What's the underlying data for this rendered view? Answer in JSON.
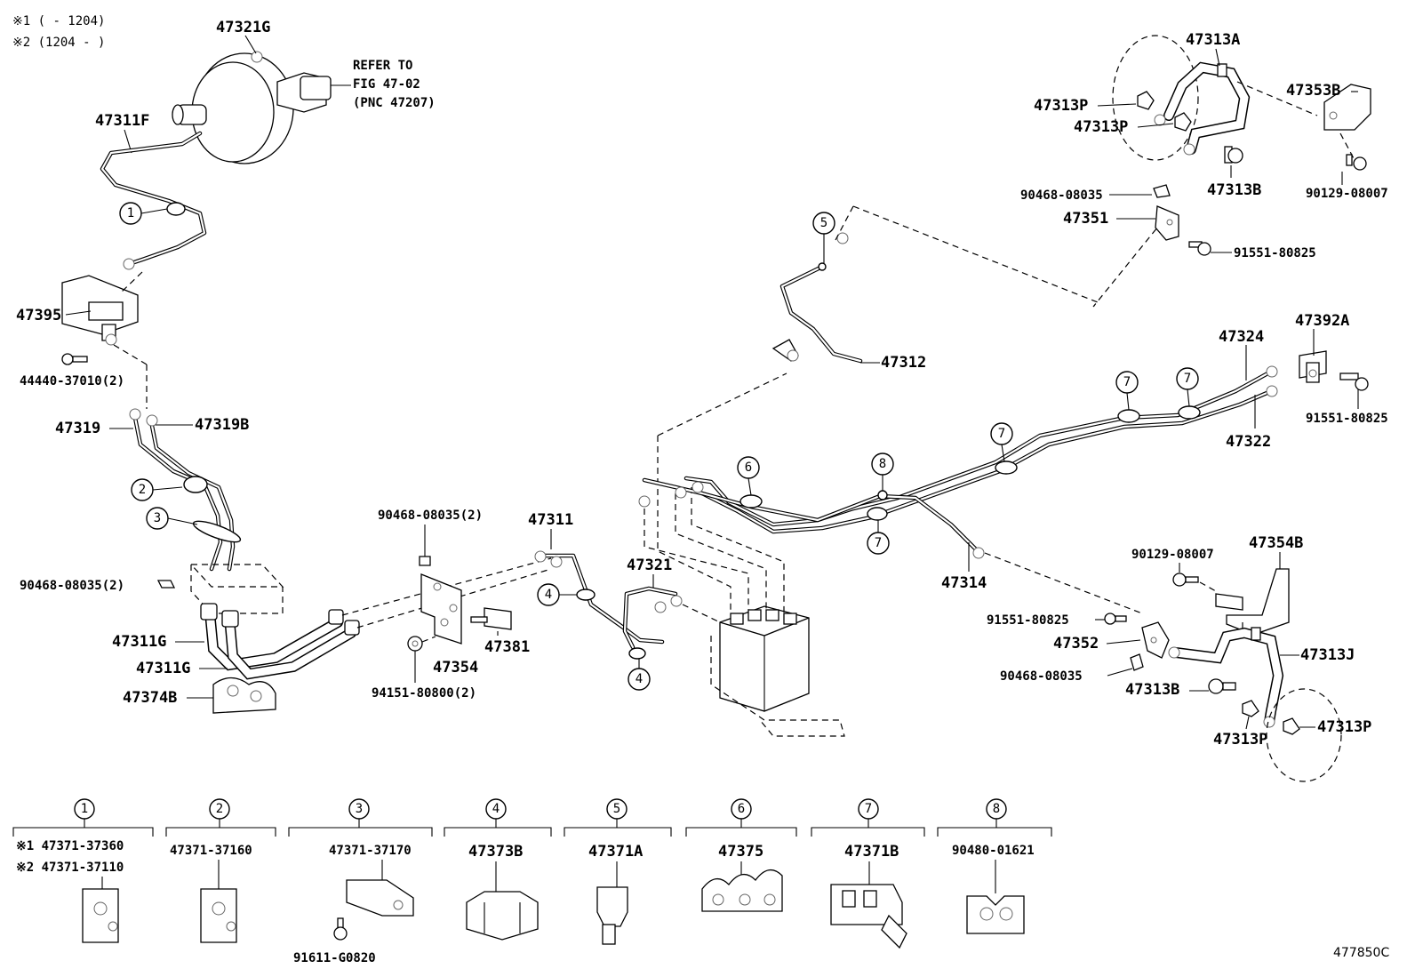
{
  "notes": {
    "note1": "※1 (      - 1204)",
    "note2": "※2 (1204 -      )"
  },
  "refer": {
    "line1": "REFER TO",
    "line2": "FIG 47-02",
    "line3": "(PNC 47207)"
  },
  "labels": {
    "p47321G": "47321G",
    "p47311F": "47311F",
    "p47395": "47395",
    "p44440": "44440-37010(2)",
    "p47319": "47319",
    "p47319B": "47319B",
    "p90468a": "90468-08035(2)",
    "p47311G1": "47311G",
    "p47311G2": "47311G",
    "p47374B": "47374B",
    "p90468b": "90468-08035(2)",
    "p47311": "47311",
    "p47354": "47354",
    "p47381": "47381",
    "p94151": "94151-80800(2)",
    "p47321": "47321",
    "p47312": "47312",
    "p47314": "47314",
    "p47313A": "47313A",
    "p47353B": "47353B",
    "p47313P_1": "47313P",
    "p47313P_2": "47313P",
    "p47313B_1": "47313B",
    "p90129_1": "90129-08007",
    "p90468c": "90468-08035",
    "p47351": "47351",
    "p91551_1": "91551-80825",
    "p47324": "47324",
    "p47392A": "47392A",
    "p91551_2": "91551-80825",
    "p47322": "47322",
    "p90129_2": "90129-08007",
    "p47354B": "47354B",
    "p91551_3": "91551-80825",
    "p47352": "47352",
    "p47313J": "47313J",
    "p90468d": "90468-08035",
    "p47313B_2": "47313B",
    "p47313P_3": "47313P",
    "p47313P_4": "47313P"
  },
  "callouts": {
    "c1": "1",
    "c2": "2",
    "c3": "3",
    "c4a": "4",
    "c4b": "4",
    "c5": "5",
    "c6": "6",
    "c7a": "7",
    "c7b": "7",
    "c7c": "7",
    "c7d": "7",
    "c8": "8"
  },
  "legend": [
    {
      "num": "1",
      "line1": "※1 47371-37360",
      "line2": "※2 47371-37110"
    },
    {
      "num": "2",
      "line1": "47371-37160"
    },
    {
      "num": "3",
      "line1": "47371-37170",
      "sub": "91611-G0820"
    },
    {
      "num": "4",
      "line1": "47373B"
    },
    {
      "num": "5",
      "line1": "47371A"
    },
    {
      "num": "6",
      "line1": "47375"
    },
    {
      "num": "7",
      "line1": "47371B"
    },
    {
      "num": "8",
      "line1": "90480-01621"
    }
  ],
  "figure_code": "477850C"
}
